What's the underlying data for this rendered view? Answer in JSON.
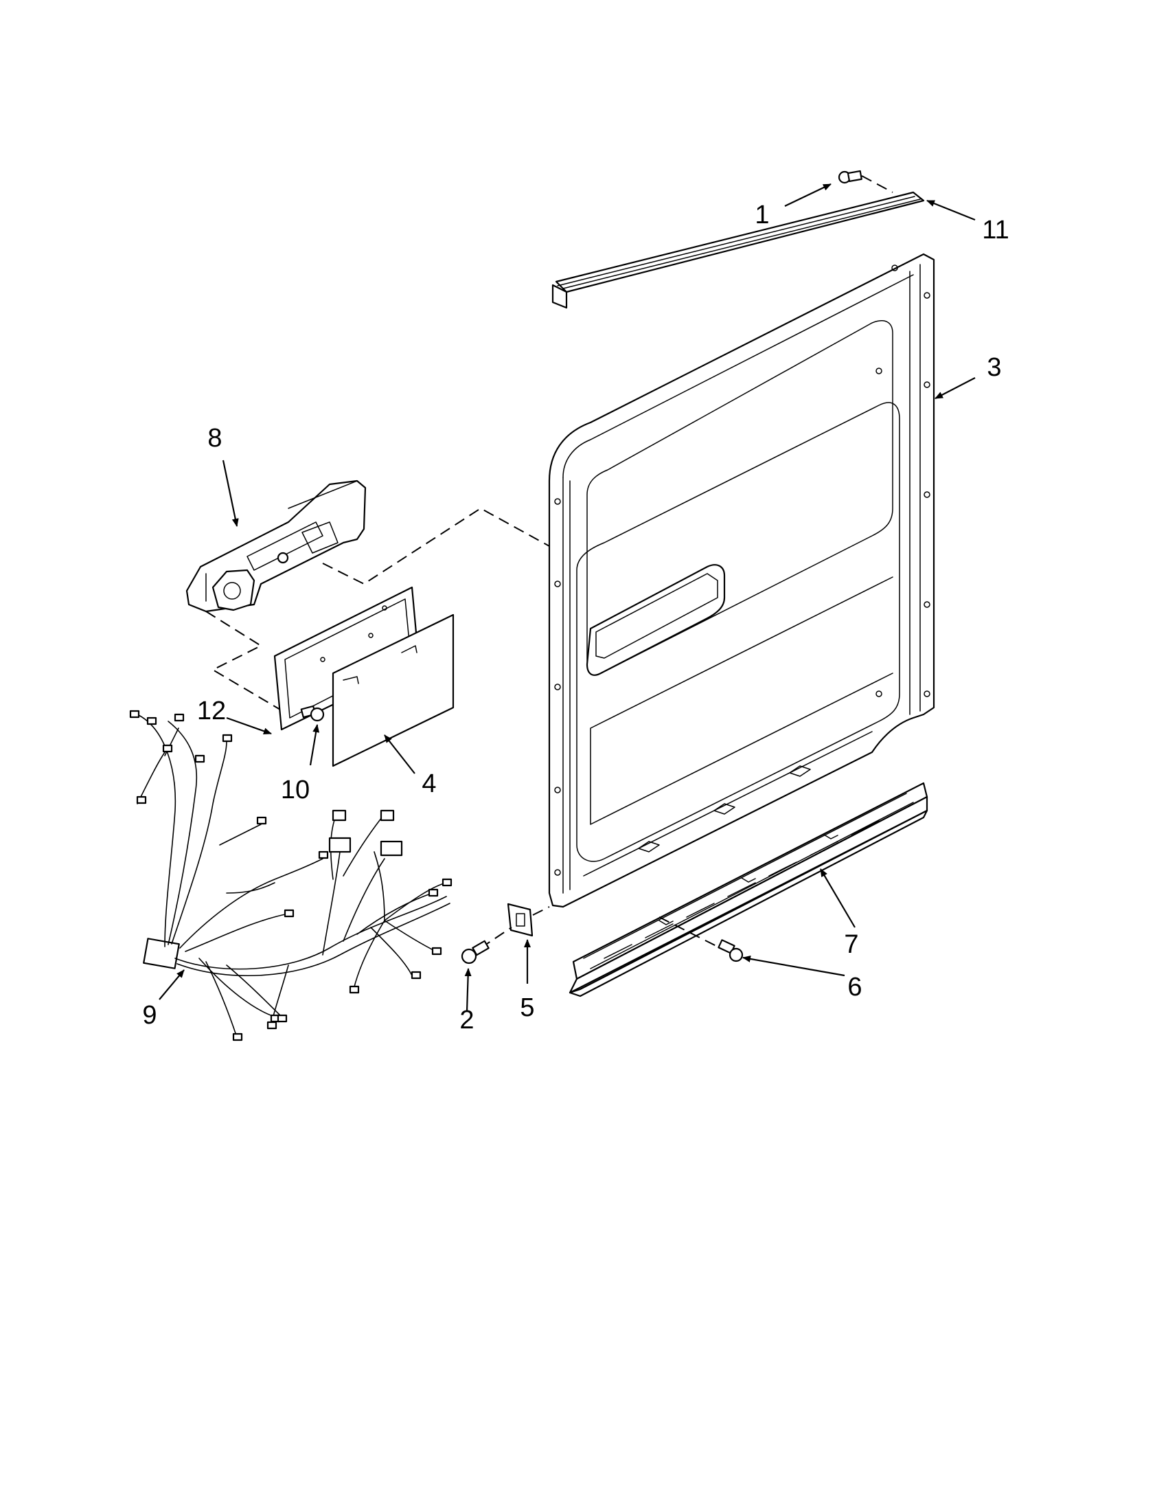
{
  "diagram": {
    "type": "exploded-parts-view",
    "callouts": [
      {
        "id": "callout-1",
        "label": "1"
      },
      {
        "id": "callout-2",
        "label": "2"
      },
      {
        "id": "callout-3",
        "label": "3"
      },
      {
        "id": "callout-4",
        "label": "4"
      },
      {
        "id": "callout-5",
        "label": "5"
      },
      {
        "id": "callout-6",
        "label": "6"
      },
      {
        "id": "callout-7",
        "label": "7"
      },
      {
        "id": "callout-8",
        "label": "8"
      },
      {
        "id": "callout-9",
        "label": "9"
      },
      {
        "id": "callout-10",
        "label": "10"
      },
      {
        "id": "callout-11",
        "label": "11"
      },
      {
        "id": "callout-12",
        "label": "12"
      }
    ]
  }
}
